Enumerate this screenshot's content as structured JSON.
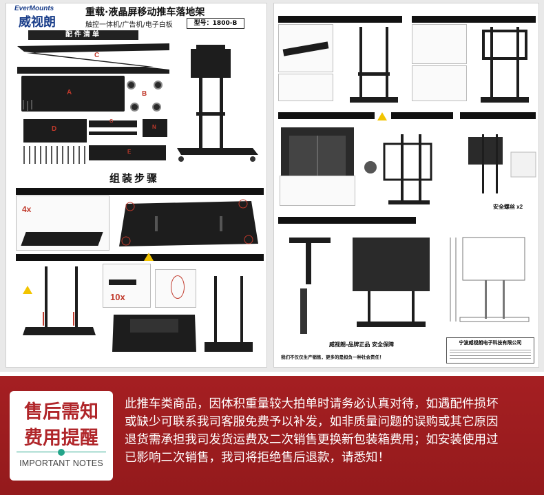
{
  "header": {
    "brand_en": "EverMounts",
    "brand_cn": "威视朗",
    "title": "重载·液晶屏移动推车落地架",
    "subtitle": "触控一体机/广告机/电子白板",
    "model": "型号：1800-B"
  },
  "parts": {
    "heading": "配件清单",
    "labels": [
      "C",
      "A",
      "B",
      "D",
      "G",
      "N",
      "E"
    ]
  },
  "assembly": {
    "heading": "组装步骤",
    "step1_qty": "4x",
    "step2_qty": "10x"
  },
  "right_page": {
    "safety_screws": "安全螺丝 x2"
  },
  "footer": {
    "slogan": "威视朗-品牌正品 安全保障",
    "tagline": "我们不仅仅生产销售，更多的是担负一种社会责任！",
    "company": "宁波威视朗电子科技有限公司"
  },
  "notice": {
    "badge_line1": "售后需知",
    "badge_line2": "费用提醒",
    "badge_en": "IMPORTANT NOTES",
    "lines": [
      "此推车类商品，因体积重量较大拍单时请务必认真对待，如遇配件损坏",
      "或缺少可联系我司客服免费予以补发，如非质量问题的误购或其它原因",
      "退货需承担我司发货运费及二次销售更换新包装箱费用；如安装使用过",
      "已影响二次销售，我司将拒绝售后退款，请悉知！"
    ]
  },
  "colors": {
    "notice_bg": "#9e1b1e",
    "badge_text": "#b0262a",
    "accent_green": "#23a58a",
    "brand_blue": "#1a3e8a"
  }
}
